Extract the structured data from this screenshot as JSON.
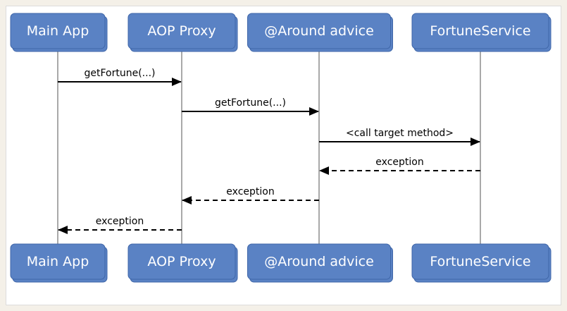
{
  "diagram": {
    "type": "sequence",
    "participants": [
      {
        "id": "main",
        "label": "Main App"
      },
      {
        "id": "proxy",
        "label": "AOP Proxy"
      },
      {
        "id": "advice",
        "label": "@Around advice"
      },
      {
        "id": "service",
        "label": "FortuneService"
      }
    ],
    "messages": [
      {
        "from": "main",
        "to": "proxy",
        "label": "getFortune(...)",
        "style": "solid"
      },
      {
        "from": "proxy",
        "to": "advice",
        "label": "getFortune(...)",
        "style": "solid"
      },
      {
        "from": "advice",
        "to": "service",
        "label": "<call target method>",
        "style": "solid"
      },
      {
        "from": "service",
        "to": "advice",
        "label": "exception",
        "style": "dashed"
      },
      {
        "from": "advice",
        "to": "proxy",
        "label": "exception",
        "style": "dashed"
      },
      {
        "from": "proxy",
        "to": "main",
        "label": "exception",
        "style": "dashed"
      }
    ]
  }
}
